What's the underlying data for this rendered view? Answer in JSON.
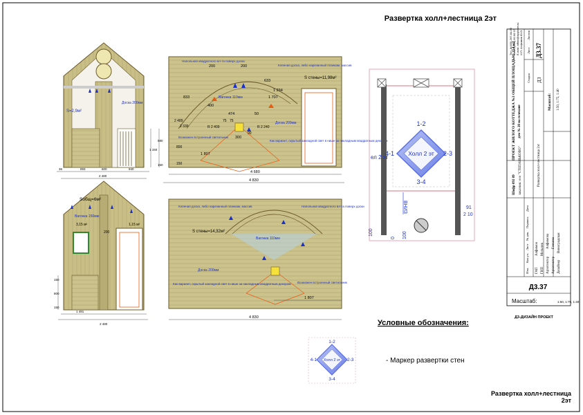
{
  "sheet": {
    "title_top": "Развертка холл+лестница 2эт",
    "title_bottom_line1": "Развертка холл+лестница",
    "title_bottom_line2": "2эт"
  },
  "elev1": {
    "area": "S=2,9м²",
    "board": "Доска 200мм",
    "dims": [
      "36",
      "893",
      "600",
      "940",
      "2 480",
      "1 150",
      "880",
      "150"
    ]
  },
  "elev2": {
    "note_tl": "Напольная квадратного вл-та поверх доски",
    "note_tr": "Клееная доска, либо нарезанный планкам, массив",
    "area": "S стены=11,98м²",
    "vagonka": "Вагонка 110мм",
    "doska": "Доска 200мм",
    "note_bl": "Возможен встроенный светильник",
    "note_br": "Как вариант, скрытый закладной свет в нише за накладным квадратным декором",
    "dims_top": [
      "200",
      "200",
      "633",
      "833",
      "1 234",
      "1 707"
    ],
    "dims_mid": [
      "400",
      "474",
      "50",
      "300",
      "1 807"
    ],
    "dims_left": [
      "2 489",
      "2 339",
      "800",
      "150"
    ],
    "dims_bottom": [
      "4 680",
      "4 830"
    ],
    "radii": [
      "R 2 409",
      "R 2 240",
      "75",
      "75",
      "90"
    ]
  },
  "elev3": {
    "area": "Sобщ=6м²",
    "vagonka": "Вагонка 150мм",
    "area_left": "3,15 м²",
    "area_right": "1,15 м²",
    "dim_200": "200",
    "dims": [
      "1 491",
      "2 480",
      "800",
      "150",
      "150"
    ]
  },
  "elev4": {
    "note_tl": "Клееная доска, либо нарезанный планкам, массив",
    "note_tr": "Напольная квадратного вл-та поверх доски",
    "area": "S стены=14,32м²",
    "vagonka": "Вагонка 110мм",
    "doska": "Доска 200мм",
    "note_bl": "Как вариант, скрытый закладной свет в нише за накладным квадратным декором",
    "note_br": "Возможен встроенный светильник",
    "dims": [
      "1 807",
      "4 830"
    ]
  },
  "plan": {
    "marker_top": "1-2",
    "marker_left": "4-1",
    "marker_right": "2-3",
    "marker_bottom": "3-4",
    "room": "Холл 2 эт",
    "side_label": "ел 2 эт",
    "down_label": "ВНИЗ",
    "dims": [
      "100",
      "0",
      "100",
      "91",
      "2 10"
    ]
  },
  "legend": {
    "heading": "Условные обозначения:",
    "marker_text": "- Маркер развертки стен",
    "m_top": "1-2",
    "m_left": "4-1",
    "m_right": "2-3",
    "m_bottom": "3-4",
    "m_room": "Холл 2 эт"
  },
  "stamp": {
    "project": "ПРОЕКТ ЖИЛОГО КОТТЕДЖА №3 ОБЩЕЙ ПЛОЩАДЬЮ 354 м2",
    "address": "дом № 28 на гелекане",
    "contacts": [
      "Тел. 8(495)-267-84-56",
      "www.8(916) 60 60 97",
      "E-mail: affino@applonet.ru",
      "И.П. Алфимов Ю.О."
    ],
    "code": "Шифр 092 09",
    "customer": "заказчик: ооо \"СТЕПАНЬКОВО\"",
    "sheet_name": "Развертка холл+лестница 2эт",
    "stage_h": "Стадия",
    "stage": "ДЗ",
    "list_h": "Лист",
    "lists_h": "Листов",
    "sheet_no": "Д3.37",
    "scale_label": "Масштаб:",
    "scale_values": "1:50, 1:75, 1:40",
    "roles": [
      "Изм.",
      "Кол.уч.",
      "Лист",
      "№ док.",
      "Подпись",
      "Дата"
    ],
    "people": [
      {
        "role": "ГАП",
        "name": "Алфимов"
      },
      {
        "role": "ГИП",
        "name": "Мельник"
      },
      {
        "role": "Архитектор",
        "name": "Алфимова"
      },
      {
        "role": "Архитектор",
        "name": "Генкина"
      },
      {
        "role": "Дизайнер",
        "name": "Виноградская"
      }
    ],
    "big_code": "Д3.37",
    "bottom_scale_label": "Масштаб:",
    "bottom_scale": "1:50, 1:75, 1:40",
    "company": "Д3-ДИЗАЙН ПРОЕКТ"
  },
  "colors": {
    "wall": "#c9bf86",
    "wall_dark": "#9e8f55",
    "line": "#6b5a2a",
    "blue": "#1a2fcf",
    "orange": "#e85a10",
    "plan_blue": "#8fa0ee",
    "pink": "#e7a6b8"
  }
}
